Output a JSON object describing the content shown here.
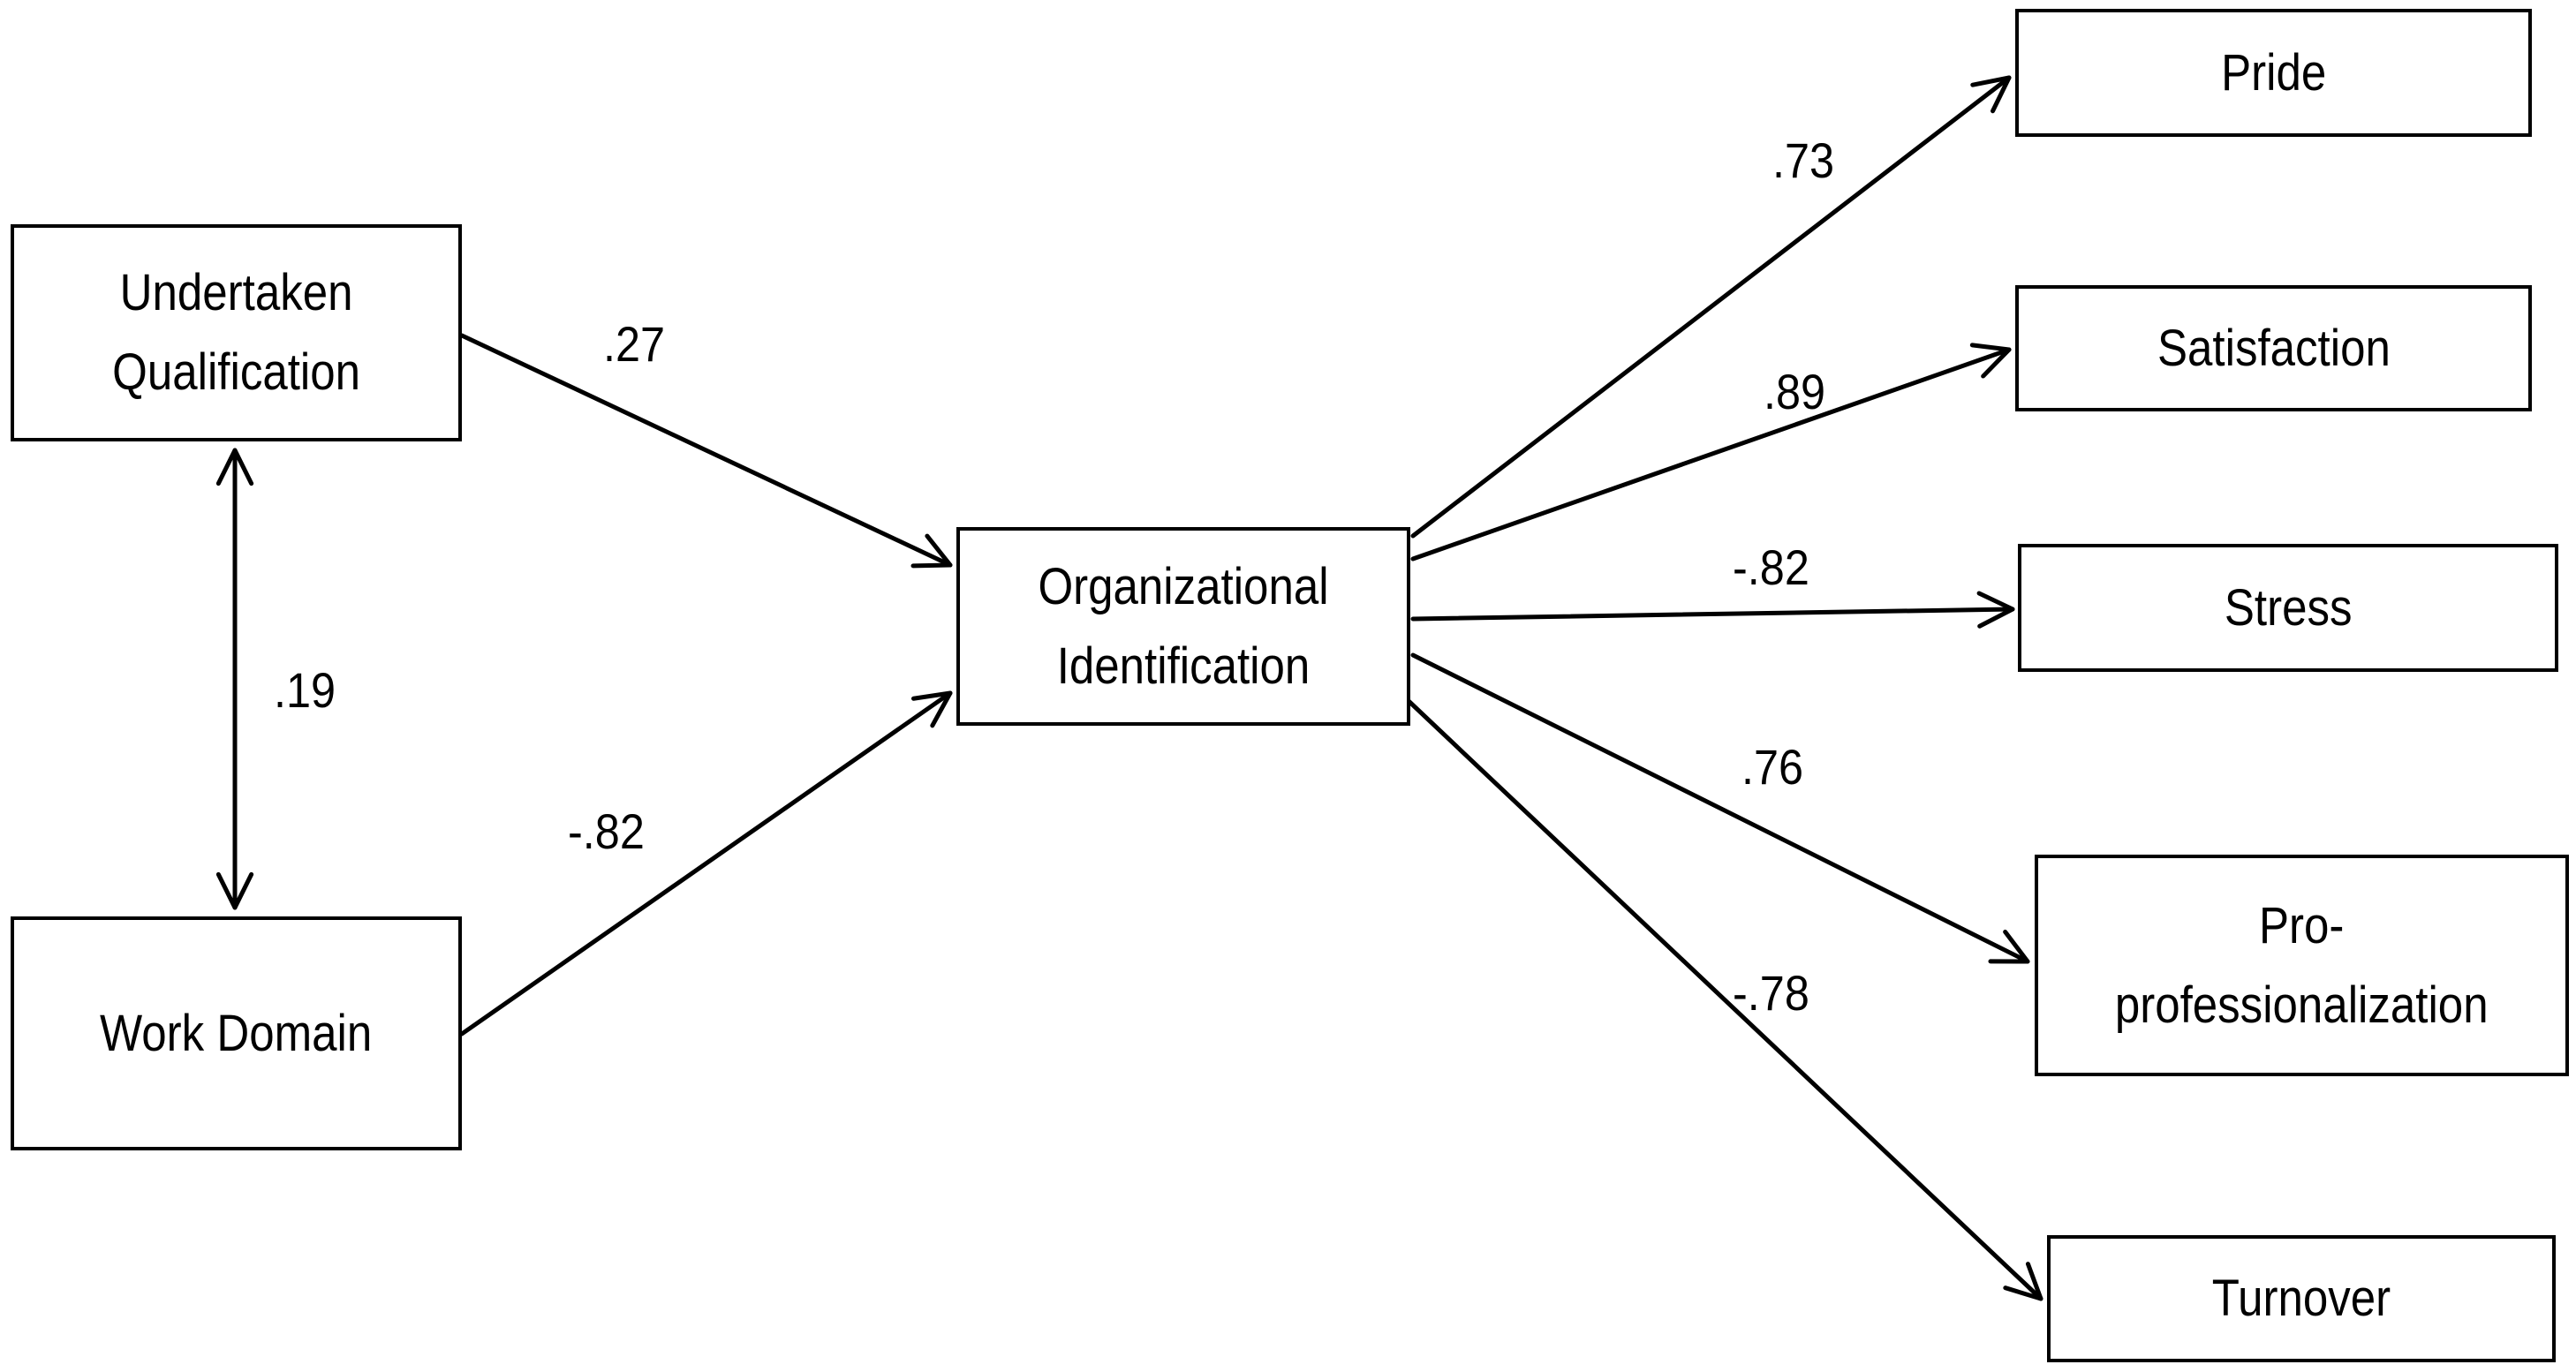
{
  "nodes": {
    "undertaken_qualification": "Undertaken\nQualification",
    "work_domain": "Work Domain",
    "organizational_identification": "Organizational\nIdentification",
    "pride": "Pride",
    "satisfaction": "Satisfaction",
    "stress": "Stress",
    "pro_professionalization": "Pro-\nprofessionalization",
    "turnover": "Turnover"
  },
  "coefficients": {
    "undertaken_to_org": ".27",
    "work_to_org": "-.82",
    "undertaken_work_covariance": ".19",
    "org_to_pride": ".73",
    "org_to_satisfaction": ".89",
    "org_to_stress": "-.82",
    "org_to_pro_professionalization": ".76",
    "org_to_turnover": "-.78"
  },
  "colors": {
    "line": "#000000",
    "background": "#ffffff"
  }
}
